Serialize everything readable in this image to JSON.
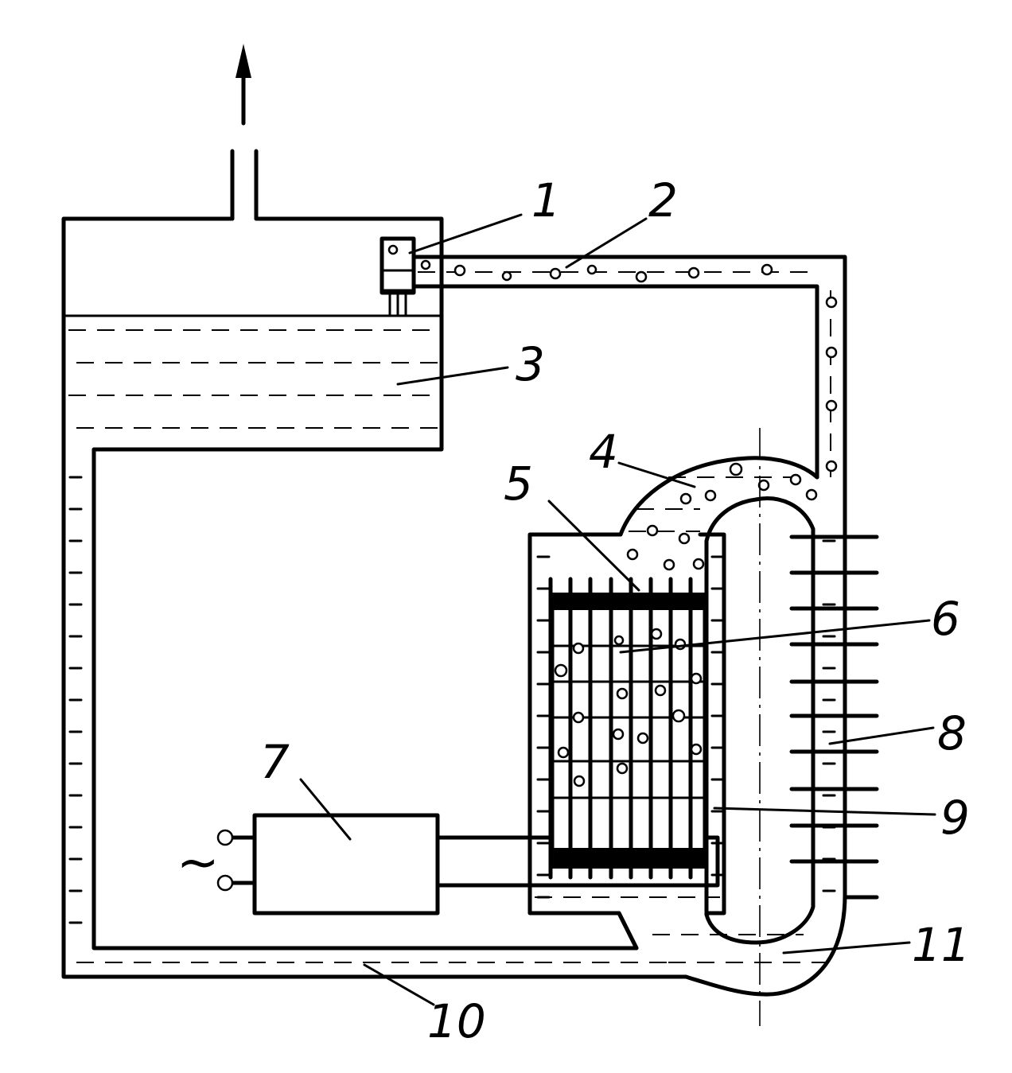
{
  "diagram": {
    "labels": {
      "l1": "1",
      "l2": "2",
      "l3": "3",
      "l4": "4",
      "l5": "5",
      "l6": "6",
      "l7": "7",
      "l8": "8",
      "l9": "9",
      "l10": "10",
      "l11": "11"
    },
    "ac_symbol": "~"
  }
}
